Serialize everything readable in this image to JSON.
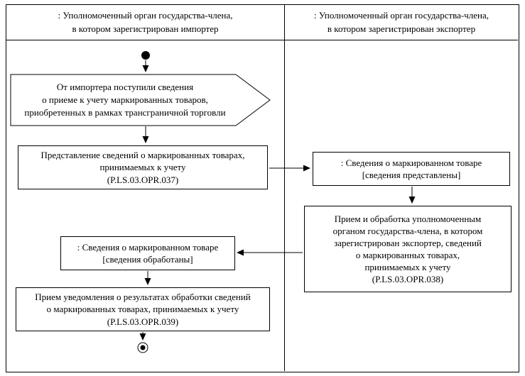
{
  "diagram": {
    "colors": {
      "line": "#000000",
      "background": "#ffffff"
    },
    "lanes": {
      "importer": {
        "lines": [
          ": Уполномоченный орган государства-члена,",
          "в котором зарегистрирован импортер"
        ]
      },
      "exporter": {
        "lines": [
          ": Уполномоченный орган государства-члена,",
          "в котором зарегистрирован экспортер"
        ]
      }
    },
    "nodes": {
      "signal_receipt": {
        "lines": [
          "От импортера поступили сведения",
          "о приеме к учету маркированных товаров,",
          "приобретенных в рамках трансграничной торговли"
        ]
      },
      "action_037": {
        "lines": [
          "Представление сведений о маркированных товарах,",
          "принимаемых к учету",
          "(P.LS.03.OPR.037)"
        ]
      },
      "object_presented": {
        "lines": [
          ": Сведения о маркированном товаре",
          "[сведения представлены]"
        ]
      },
      "action_038": {
        "lines": [
          "Прием и обработка уполномоченным",
          "органом государства-члена, в котором",
          "зарегистрирован экспортер, сведений",
          "о маркированных товарах,",
          "принимаемых к учету",
          "(P.LS.03.OPR.038)"
        ]
      },
      "object_processed": {
        "lines": [
          ": Сведения о маркированном товаре",
          "[сведения обработаны]"
        ]
      },
      "action_039": {
        "lines": [
          "Прием уведомления о результатах обработки сведений",
          "о маркированных товарах, принимаемых к учету",
          "(P.LS.03.OPR.039)"
        ]
      }
    }
  }
}
